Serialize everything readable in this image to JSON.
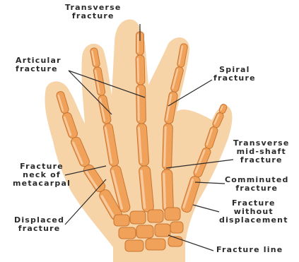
{
  "colors": {
    "skin": "#f7d3a8",
    "bone": "#f1a25a",
    "bone_edge": "#c97632",
    "bone_joint": "#fbe3c8",
    "line": "#2b2b2b",
    "text": "#2b2b2b"
  },
  "labels": {
    "transverse_fracture": [
      "Transverse",
      "fracture"
    ],
    "articular_fracture": [
      "Articular",
      "fracture"
    ],
    "spiral_fracture": [
      "Spiral",
      "fracture"
    ],
    "transverse_midshaft": [
      "Transverse",
      "mid-shaft",
      "fracture"
    ],
    "fracture_neck": [
      "Fracture",
      "neck of",
      "metacarpal"
    ],
    "comminuted_fracture": [
      "Comminuted",
      "fracture"
    ],
    "fracture_without_displacement": [
      "Fracture",
      "without",
      "displacement"
    ],
    "displaced_fracture": [
      "Displaced",
      "fracture"
    ],
    "fracture_line": [
      "Fracture line"
    ]
  }
}
